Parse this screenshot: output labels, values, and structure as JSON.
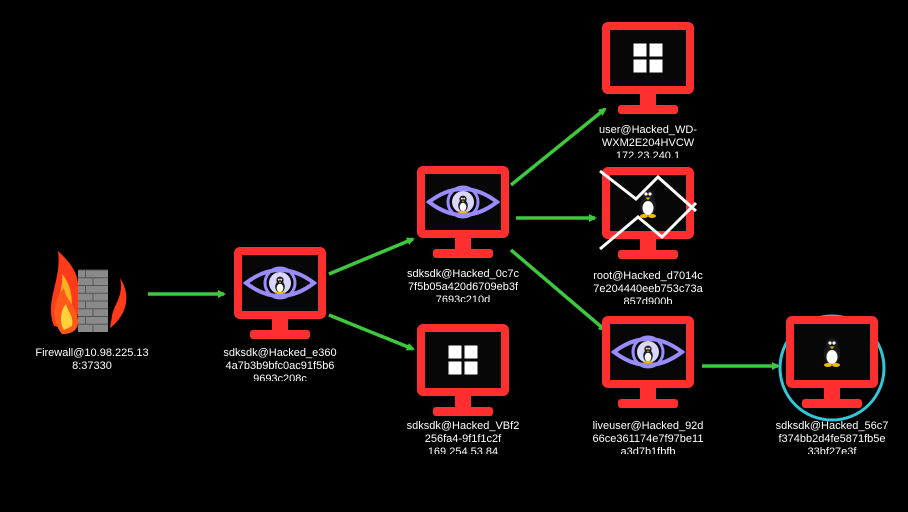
{
  "colors": {
    "background": "#000000",
    "edge": "#3ec83e",
    "monitor": "#ff2f2f",
    "screen": "#070707",
    "eye": "#9a8cff",
    "selected_ring": "#32c6d6",
    "label": "#ffffff"
  },
  "nodes": [
    {
      "id": "firewall",
      "icon": "firewall-icon",
      "label_lines": [
        "Firewall@10.98.225.13",
        "8:37330"
      ]
    },
    {
      "id": "e360",
      "icon": "eye-monitor-icon",
      "label_lines": [
        "sdksdk@Hacked_e360",
        "4a7b3b9bfc0ac91f5b6",
        "9693c208c"
      ]
    },
    {
      "id": "0c7c",
      "icon": "eye-monitor-icon",
      "label_lines": [
        "sdksdk@Hacked_0c7c",
        "7f5b05a420d6709eb3f",
        "7693c210d"
      ]
    },
    {
      "id": "vbf2",
      "icon": "windows-monitor-icon",
      "label_lines": [
        "sdksdk@Hacked_VBf2",
        "256fa4-9f1f1c2f",
        "169.254.53.84"
      ]
    },
    {
      "id": "wd",
      "icon": "windows-monitor-icon",
      "label_lines": [
        "user@Hacked_WD-",
        "WXM2E204HVCW",
        "172.23.240.1"
      ]
    },
    {
      "id": "d701",
      "icon": "linux-monitor-icon",
      "label_lines": [
        "root@Hacked_d7014c",
        "7e204440eeb753c73a",
        "857d900b"
      ]
    },
    {
      "id": "92d",
      "icon": "eye-monitor-icon",
      "label_lines": [
        "liveuser@Hacked_92d",
        "66ce361174e7f97be11",
        "a3d7b1fbfb"
      ]
    },
    {
      "id": "56c7",
      "icon": "linux-monitor-icon",
      "label_lines": [
        "sdksdk@Hacked_56c7",
        "f374bb2d4fe5871fb5e",
        "33bf27e3f"
      ]
    }
  ],
  "edges": [
    {
      "from": "firewall",
      "to": "e360"
    },
    {
      "from": "e360",
      "to": "0c7c"
    },
    {
      "from": "e360",
      "to": "vbf2"
    },
    {
      "from": "0c7c",
      "to": "wd"
    },
    {
      "from": "0c7c",
      "to": "d701"
    },
    {
      "from": "0c7c",
      "to": "92d"
    },
    {
      "from": "92d",
      "to": "56c7"
    }
  ]
}
